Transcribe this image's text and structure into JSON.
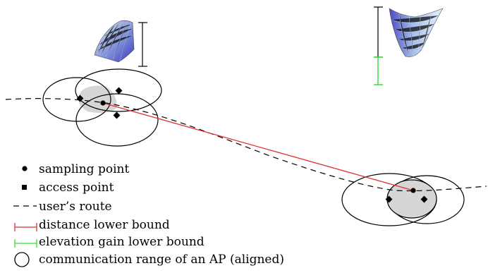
{
  "legend": {
    "items": [
      {
        "key": "sampling_point",
        "label": "sampling point"
      },
      {
        "key": "access_point",
        "label": "access point"
      },
      {
        "key": "route",
        "label": "user’s route"
      },
      {
        "key": "distance_lower_bound",
        "label": "distance lower bound"
      },
      {
        "key": "elevation_gain_lower_bound",
        "label": "elevation gain lower bound"
      },
      {
        "key": "ap_range",
        "label": "communication range of an AP (aligned)"
      }
    ]
  },
  "colors": {
    "distance_bound": "#e03030",
    "elevation_bound": "#33dd33",
    "region_fill": "#d6d6d6",
    "ink": "#000000",
    "surface_light": "#d8eef8",
    "surface_dark": "#3a3ab8"
  },
  "icons": {
    "surface_left": "convex-surface-icon",
    "surface_right": "concave-surface-icon"
  }
}
